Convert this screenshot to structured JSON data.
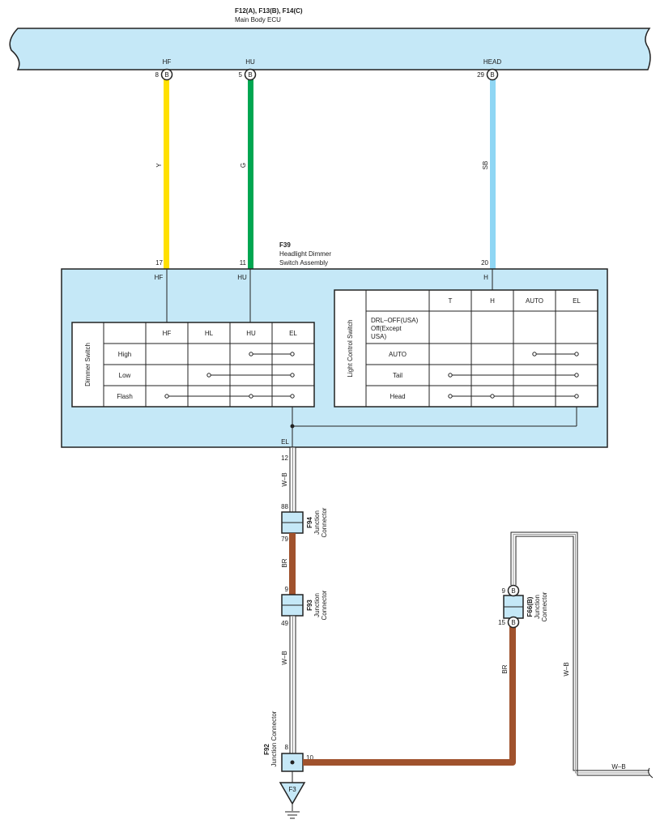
{
  "ecu": {
    "codes": "F12(A), F13(B), F14(C)",
    "name": "Main Body ECU",
    "pins": [
      {
        "terminal": "HF",
        "pin": "8",
        "tag": "B"
      },
      {
        "terminal": "HU",
        "pin": "5",
        "tag": "B"
      },
      {
        "terminal": "HEAD",
        "pin": "29",
        "tag": "B"
      }
    ]
  },
  "wires_top": [
    {
      "label": "Y",
      "color": "#ffe000"
    },
    {
      "label": "G",
      "color": "#00a651"
    },
    {
      "label": "SB",
      "color": "#8fd6f4"
    }
  ],
  "switch_assembly": {
    "code": "F39",
    "name_line1": "Headlight Dimmer",
    "name_line2": "Switch Assembly",
    "pins": [
      {
        "pin": "17",
        "terminal": "HF"
      },
      {
        "pin": "11",
        "terminal": "HU"
      },
      {
        "pin": "20",
        "terminal": "H"
      }
    ],
    "ground_terminal": "EL",
    "ground_pin": "12"
  },
  "dimmer_switch": {
    "title": "Dimmer Switch",
    "columns": [
      "HF",
      "HL",
      "HU",
      "EL"
    ],
    "rows": [
      "High",
      "Low",
      "Flash"
    ]
  },
  "light_switch": {
    "title": "Light Control Switch",
    "columns": [
      "T",
      "H",
      "AUTO",
      "EL"
    ],
    "row0_line1": "DRL–OFF(USA)",
    "row0_line2": "Off(Except",
    "row0_line3": "USA)",
    "rows": [
      "AUTO",
      "Tail",
      "Head"
    ]
  },
  "connectors": {
    "f94": {
      "code": "F94",
      "line1": "Junction",
      "line2": "Connector",
      "pin_top": "88",
      "pin_bottom": "79"
    },
    "f93": {
      "code": "F93",
      "line1": "Junction",
      "line2": "Connector",
      "pin_top": "9",
      "pin_bottom": "49"
    },
    "f92": {
      "code": "F92",
      "line1": "Junction Connector",
      "pin_top": "8",
      "pin_right": "10"
    },
    "f66": {
      "code": "F66(B)",
      "line1": "Junction",
      "line2": "Connector",
      "pin_top": "9",
      "pin_bottom": "15",
      "tag": "B"
    }
  },
  "wire_labels": {
    "wb1": "W–B",
    "br1": "BR",
    "wb2": "W–B",
    "br2": "BR",
    "wb3": "W–B",
    "wb4": "W–B"
  },
  "ground": {
    "label": "F3"
  },
  "colors": {
    "body_fill": "#c5e8f7",
    "wire_br": "#a0522d",
    "wire_y": "#ffe000",
    "wire_g": "#00a651",
    "wire_sb": "#8fd6f4"
  }
}
